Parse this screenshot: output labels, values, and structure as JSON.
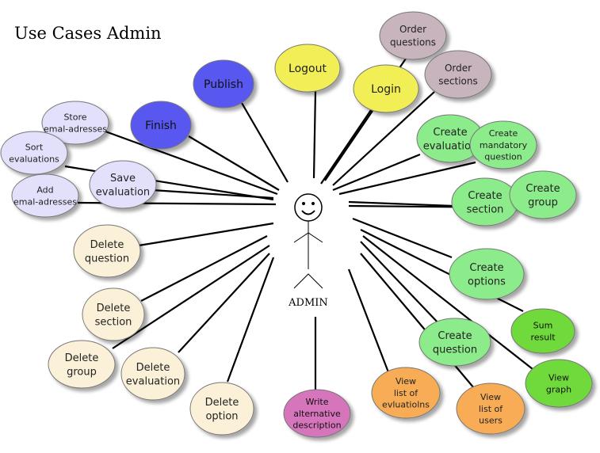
{
  "title": "Use Cases Admin",
  "actor": {
    "label": "ADMIN"
  },
  "colors": {
    "yellow": "#f2ef57",
    "blue": "#5859f0",
    "mauve": "#c8b4bc",
    "lavender": "#e3e0fb",
    "cream": "#fbf0d8",
    "green": "#8ceb8b",
    "darkgreen": "#6fd93b",
    "orange": "#f7ac54",
    "pink": "#d674bb"
  },
  "use_cases": [
    {
      "id": "logout",
      "lines": [
        "Logout"
      ],
      "color": "yellow"
    },
    {
      "id": "publish",
      "lines": [
        "Publish"
      ],
      "color": "blue"
    },
    {
      "id": "finish",
      "lines": [
        "Finish"
      ],
      "color": "blue"
    },
    {
      "id": "login",
      "lines": [
        "Login"
      ],
      "color": "yellow"
    },
    {
      "id": "order-questions",
      "lines": [
        "Order",
        "questions"
      ],
      "color": "mauve"
    },
    {
      "id": "order-sections",
      "lines": [
        "Order",
        "sections"
      ],
      "color": "mauve"
    },
    {
      "id": "store-emails",
      "lines": [
        "Store",
        "emal-adresses"
      ],
      "color": "lavender"
    },
    {
      "id": "sort-evaluations",
      "lines": [
        "Sort",
        "evaluations"
      ],
      "color": "lavender"
    },
    {
      "id": "save-evaluation",
      "lines": [
        "Save",
        "evaluation"
      ],
      "color": "lavender"
    },
    {
      "id": "add-emails",
      "lines": [
        "Add",
        "emal-adresses"
      ],
      "color": "lavender"
    },
    {
      "id": "create-evaluation",
      "lines": [
        "Create",
        "evaluation"
      ],
      "color": "green"
    },
    {
      "id": "create-mandatory-question",
      "lines": [
        "Create",
        "mandatory",
        "question"
      ],
      "color": "green"
    },
    {
      "id": "create-section",
      "lines": [
        "Create",
        "section"
      ],
      "color": "green"
    },
    {
      "id": "create-group",
      "lines": [
        "Create",
        "group"
      ],
      "color": "green"
    },
    {
      "id": "create-options",
      "lines": [
        "Create",
        "options"
      ],
      "color": "green"
    },
    {
      "id": "sum-result",
      "lines": [
        "Sum",
        "result"
      ],
      "color": "darkgreen"
    },
    {
      "id": "create-question",
      "lines": [
        "Create",
        "question"
      ],
      "color": "green"
    },
    {
      "id": "view-graph",
      "lines": [
        "View",
        "graph"
      ],
      "color": "darkgreen"
    },
    {
      "id": "view-list-users",
      "lines": [
        "View",
        "list of",
        "users"
      ],
      "color": "orange"
    },
    {
      "id": "view-list-evaluations",
      "lines": [
        "View",
        "list of",
        "evluatiolns"
      ],
      "color": "orange"
    },
    {
      "id": "write-alt-description",
      "lines": [
        "Write",
        "alternative",
        "description"
      ],
      "color": "pink"
    },
    {
      "id": "delete-option",
      "lines": [
        "Delete",
        "option"
      ],
      "color": "cream"
    },
    {
      "id": "delete-evaluation",
      "lines": [
        "Delete",
        "evaluation"
      ],
      "color": "cream"
    },
    {
      "id": "delete-group",
      "lines": [
        "Delete",
        "group"
      ],
      "color": "cream"
    },
    {
      "id": "delete-section",
      "lines": [
        "Delete",
        "section"
      ],
      "color": "cream"
    },
    {
      "id": "delete-question",
      "lines": [
        "Delete",
        "question"
      ],
      "color": "cream"
    }
  ]
}
